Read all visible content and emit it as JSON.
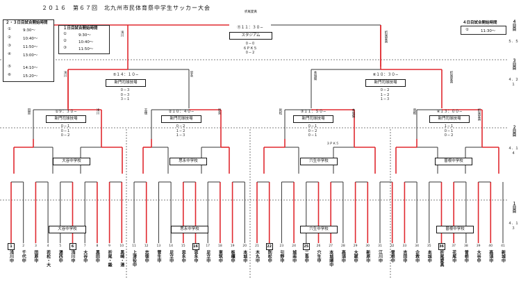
{
  "title": "２０１６　第６７回　北九州市民体育祭中学生サッカー大会",
  "top_label": "折尾愛真",
  "schedules": {
    "left": {
      "heading": "２・３日目試合開始時間",
      "rows": [
        {
          "mark": "①",
          "time": "9:30〜"
        },
        {
          "mark": "②",
          "time": "10:40〜"
        },
        {
          "mark": "③",
          "time": "11:50〜"
        },
        {
          "mark": "④",
          "time": "13:00〜"
        },
        {
          "mark": "⑤",
          "time": "14:10〜"
        },
        {
          "mark": "⑥",
          "time": "15:20〜"
        }
      ]
    },
    "middle": {
      "heading": "１日目試合開始時間",
      "rows": [
        {
          "mark": "①",
          "time": "9:30〜"
        },
        {
          "mark": "②",
          "time": "10:40〜"
        },
        {
          "mark": "③",
          "time": "11:50〜"
        }
      ]
    },
    "right": {
      "heading": "４日目試合開始時間",
      "rows": [
        {
          "mark": "①",
          "time": "11:30〜"
        }
      ]
    }
  },
  "final": {
    "label": "⑪１１：３０−",
    "venue": "スタジアム",
    "score": "０−０\n６ＰＫ５\n０−２",
    "left_team": "浅川",
    "right_team": "折尾愛真"
  },
  "semis": [
    {
      "label": "⑤１４：１０−",
      "venue": "新門司球技場",
      "score": "０−３\n０−３\n３−１",
      "left": "浅川",
      "right": "思永"
    },
    {
      "label": "⑥１０：３０−",
      "venue": "新門司球技場",
      "score": "０−２\n１−２\n１−３",
      "left": "本城陽",
      "right": "折尾愛真"
    }
  ],
  "quarters": [
    {
      "label": "①９：３０−",
      "venue": "新門司球技場",
      "score": "０−１\n０−１\n０−２",
      "left": "田原",
      "right": "浅川"
    },
    {
      "label": "②１０：４０−",
      "venue": "新門司球技場",
      "score": "０−２\n１−２\n１−３",
      "left": "志徳",
      "right": "思永"
    },
    {
      "label": "③１１：５０−",
      "venue": "新門司球技場",
      "score": "０−１\n０−２\n０−１",
      "left": "則松",
      "right": "本城陽"
    },
    {
      "label": "④１３：００−",
      "venue": "新門司球技場",
      "score": "１−１\n０−１\n０−２",
      "left": "曽根",
      "right": "折尾愛真"
    }
  ],
  "round2_venues": [
    "大谷中学校",
    "思永中学校",
    "穴生中学校",
    "曽根中学校"
  ],
  "round1_venues": [
    "大谷中学校",
    "思永中学校",
    "穴生中学校",
    "曽根中学校"
  ],
  "pk_note": "３ＰＫ５",
  "date_labels": [
    {
      "day": "４日目",
      "date": "５．５"
    },
    {
      "day": "３日目",
      "date": "４．２１"
    },
    {
      "day": "２日目",
      "date": "４．１４"
    },
    {
      "day": "１日目",
      "date": "４．１３"
    }
  ],
  "seed_numbers": [
    "1",
    "6",
    "16",
    "22",
    "25",
    "36"
  ],
  "teams": [
    {
      "no": "1",
      "name": "浅川中"
    },
    {
      "no": "2",
      "name": "千代中"
    },
    {
      "no": "3",
      "name": "田原中"
    },
    {
      "no": "4",
      "name": "若松・大庭中"
    },
    {
      "no": "5",
      "name": "湯西中"
    },
    {
      "no": "6",
      "name": "浅川中"
    },
    {
      "no": "7",
      "name": "大谷中"
    },
    {
      "no": "8",
      "name": "黒田中"
    },
    {
      "no": "9",
      "name": "折尾・鍛冶中"
    },
    {
      "no": "10",
      "name": "黒崎・湯川中"
    },
    {
      "no": "11",
      "name": "上津役中"
    },
    {
      "no": "12",
      "name": "志徳中"
    },
    {
      "no": "13",
      "name": "菅生中"
    },
    {
      "no": "14",
      "name": "足立中"
    },
    {
      "no": "15",
      "name": "思永中"
    },
    {
      "no": "16",
      "name": "思永中"
    },
    {
      "no": "17",
      "name": "足立中"
    },
    {
      "no": "18",
      "name": "東筑中"
    },
    {
      "no": "19",
      "name": "板櫃中"
    },
    {
      "no": "20",
      "name": "本城中"
    },
    {
      "no": "21",
      "name": "木丸中"
    },
    {
      "no": "22",
      "name": "則松中"
    },
    {
      "no": "23",
      "name": "引野中"
    },
    {
      "no": "24",
      "name": "城南中"
    },
    {
      "no": "25",
      "name": "二島中"
    },
    {
      "no": "26",
      "name": "穴生中"
    },
    {
      "no": "27",
      "name": "本城陽中"
    },
    {
      "no": "28",
      "name": "高須中"
    },
    {
      "no": "29",
      "name": "大蔵中"
    },
    {
      "no": "30",
      "name": "新原中"
    },
    {
      "no": "31",
      "name": "江川中"
    },
    {
      "no": "32",
      "name": "曽根中"
    },
    {
      "no": "33",
      "name": "吉田中"
    },
    {
      "no": "34",
      "name": "企救中"
    },
    {
      "no": "35",
      "name": "本城中"
    },
    {
      "no": "36",
      "name": "折尾愛真中"
    },
    {
      "no": "37",
      "name": "花尾中"
    },
    {
      "no": "38",
      "name": "曽根中"
    },
    {
      "no": "39",
      "name": "大谷中"
    },
    {
      "no": "40",
      "name": "高須中"
    },
    {
      "no": "41",
      "name": "新城中"
    }
  ]
}
